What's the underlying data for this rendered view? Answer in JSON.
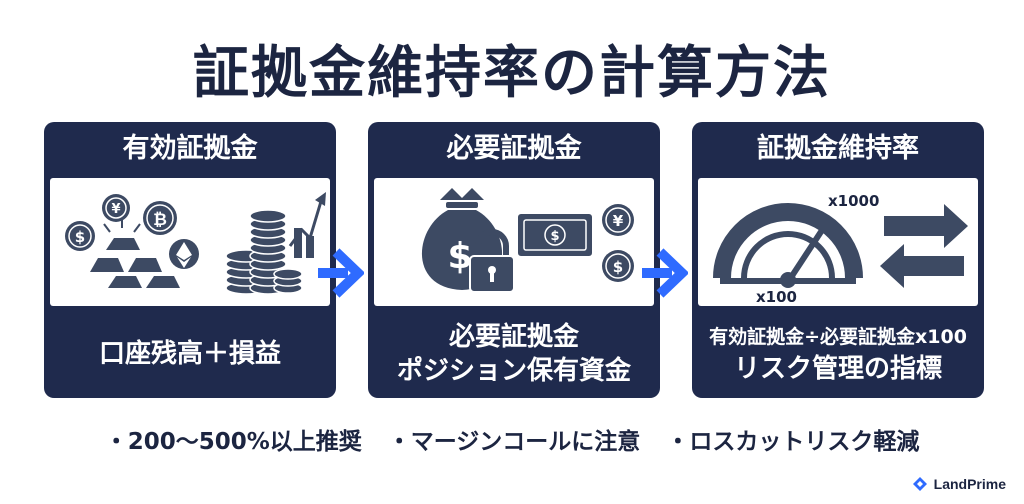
{
  "title": "証拠金維持率の計算方法",
  "cards": [
    {
      "header": "有効証拠金",
      "footer_lines": [
        "口座残高＋損益"
      ],
      "icons": [
        "dollar-coin-icon",
        "yen-coin-icon",
        "bitcoin-coin-icon",
        "ethereum-coin-icon",
        "gold-bars-icon",
        "coin-stack-icon",
        "rising-chart-icon"
      ]
    },
    {
      "header": "必要証拠金",
      "footer_lines": [
        "必要証拠金",
        "ポジション保有資金"
      ],
      "icons": [
        "money-bag-icon",
        "padlock-icon",
        "banknote-icon",
        "yen-coin-icon",
        "dollar-coin-icon"
      ]
    },
    {
      "header": "証拠金維持率",
      "footer_lines": [
        "有効証拠金÷必要証拠金x100",
        "リスク管理の指標"
      ],
      "gauge_labels": {
        "high": "x1000",
        "low": "x100"
      },
      "icons": [
        "gauge-icon",
        "exchange-arrows-icon"
      ]
    }
  ],
  "bullets": [
    "・200〜500%以上推奨",
    "・マージンコールに注意",
    "・ロスカットリスク軽減"
  ],
  "brand": "LandPrime",
  "colors": {
    "navy": "#1f2a4d",
    "accent_blue": "#2f6bff",
    "icon_gray": "#3d4a63"
  }
}
